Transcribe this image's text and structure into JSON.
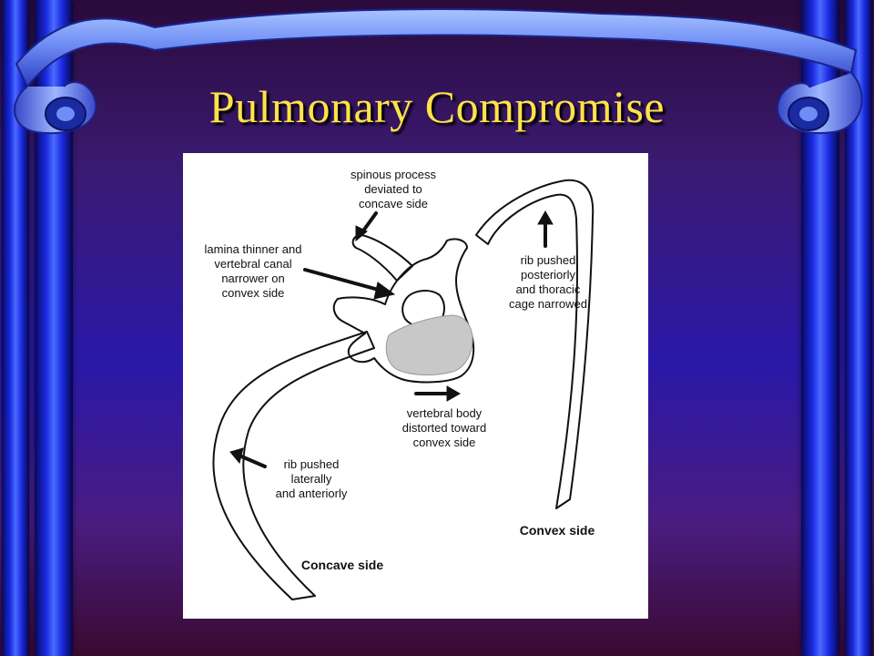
{
  "slide": {
    "title": "Pulmonary Compromise"
  },
  "figure": {
    "labels": {
      "spinous": "spinous process\ndeviated to\nconcave side",
      "lamina": "lamina thinner and\nvertebral canal\nnarrower on\nconvex side",
      "rib_posterior": "rib pushed\nposteriorly\nand thoracic\ncage narrowed",
      "vertebral_body": "vertebral body\ndistorted toward\nconvex side",
      "rib_lateral": "rib pushed\nlaterally\nand anteriorly",
      "concave_side": "Concave side",
      "convex_side": "Convex side"
    }
  },
  "colors": {
    "title": "#ffe24a",
    "pillar": "#1a2ae0",
    "background": "#2a18a8",
    "vertebral_body_fill": "#c8c8c8"
  }
}
